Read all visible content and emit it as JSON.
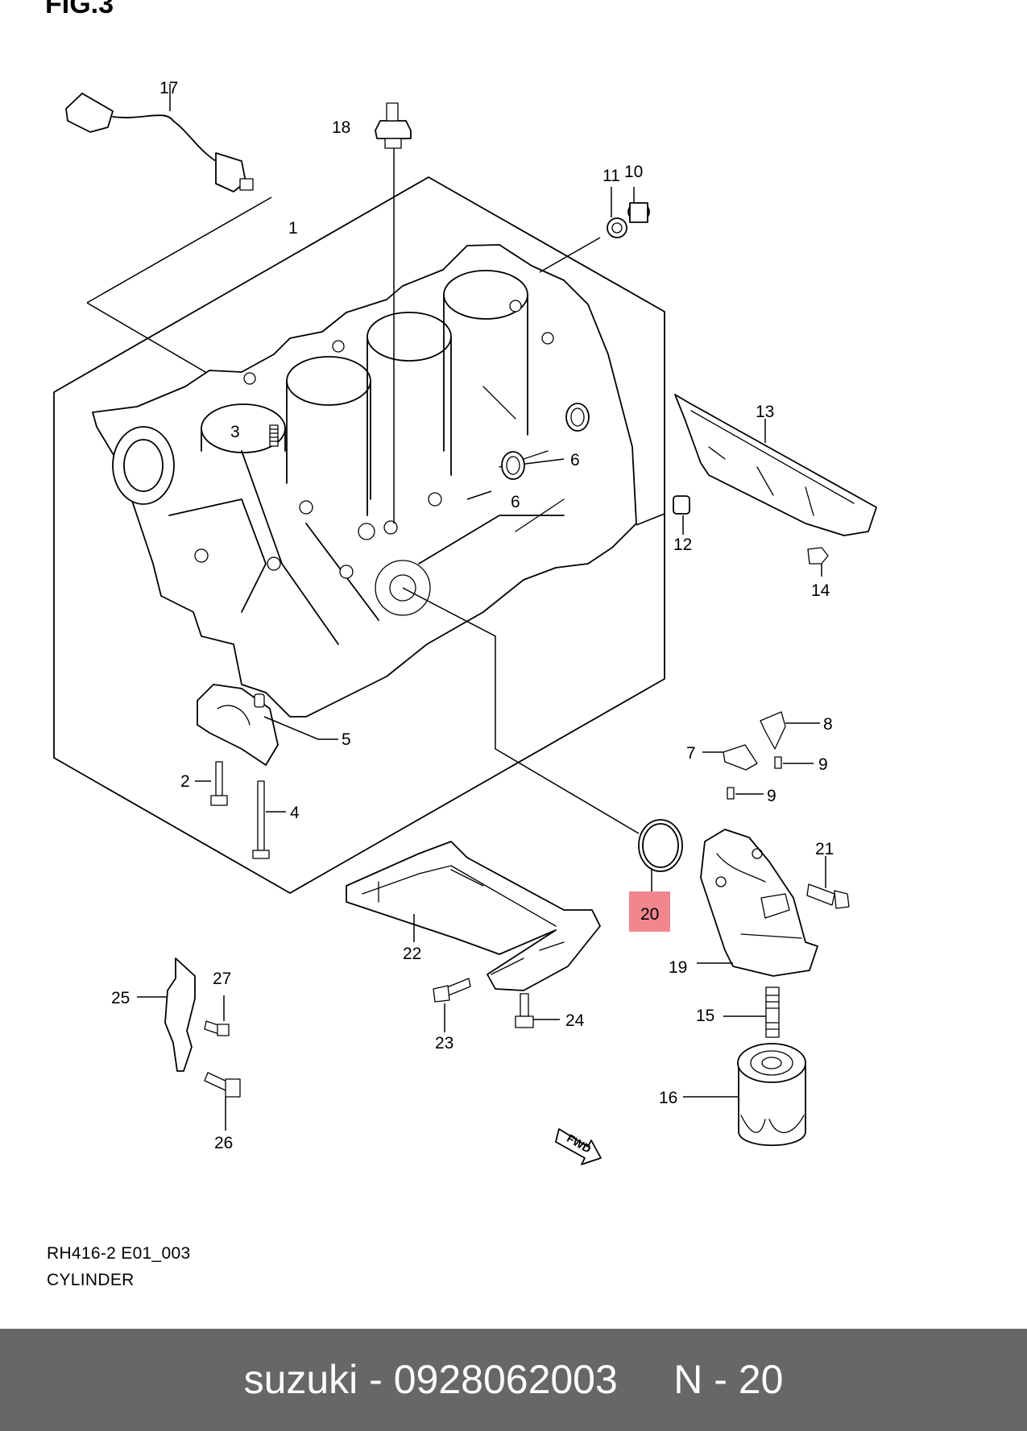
{
  "figure": {
    "fig_label": "FIG.3",
    "diagram_code": "RH416-2 E01_003",
    "diagram_title": "CYLINDER"
  },
  "callouts": {
    "c1": "1",
    "c2": "2",
    "c3": "3",
    "c4": "4",
    "c5": "5",
    "c6a": "6",
    "c6b": "6",
    "c7": "7",
    "c8": "8",
    "c9a": "9",
    "c9b": "9",
    "c10": "10",
    "c11": "11",
    "c12": "12",
    "c13": "13",
    "c14": "14",
    "c15": "15",
    "c16": "16",
    "c17": "17",
    "c18": "18",
    "c19": "19",
    "c20": "20",
    "c21": "21",
    "c22": "22",
    "c23": "23",
    "c24": "24",
    "c25": "25",
    "c26": "26",
    "c27": "27"
  },
  "highlight": {
    "part_number": "20",
    "color": "#f2868f"
  },
  "fwd_label": "FWD",
  "footer": {
    "text": "suzuki - 0928062003     N - 20",
    "background": "#676767",
    "text_color": "#ffffff"
  }
}
